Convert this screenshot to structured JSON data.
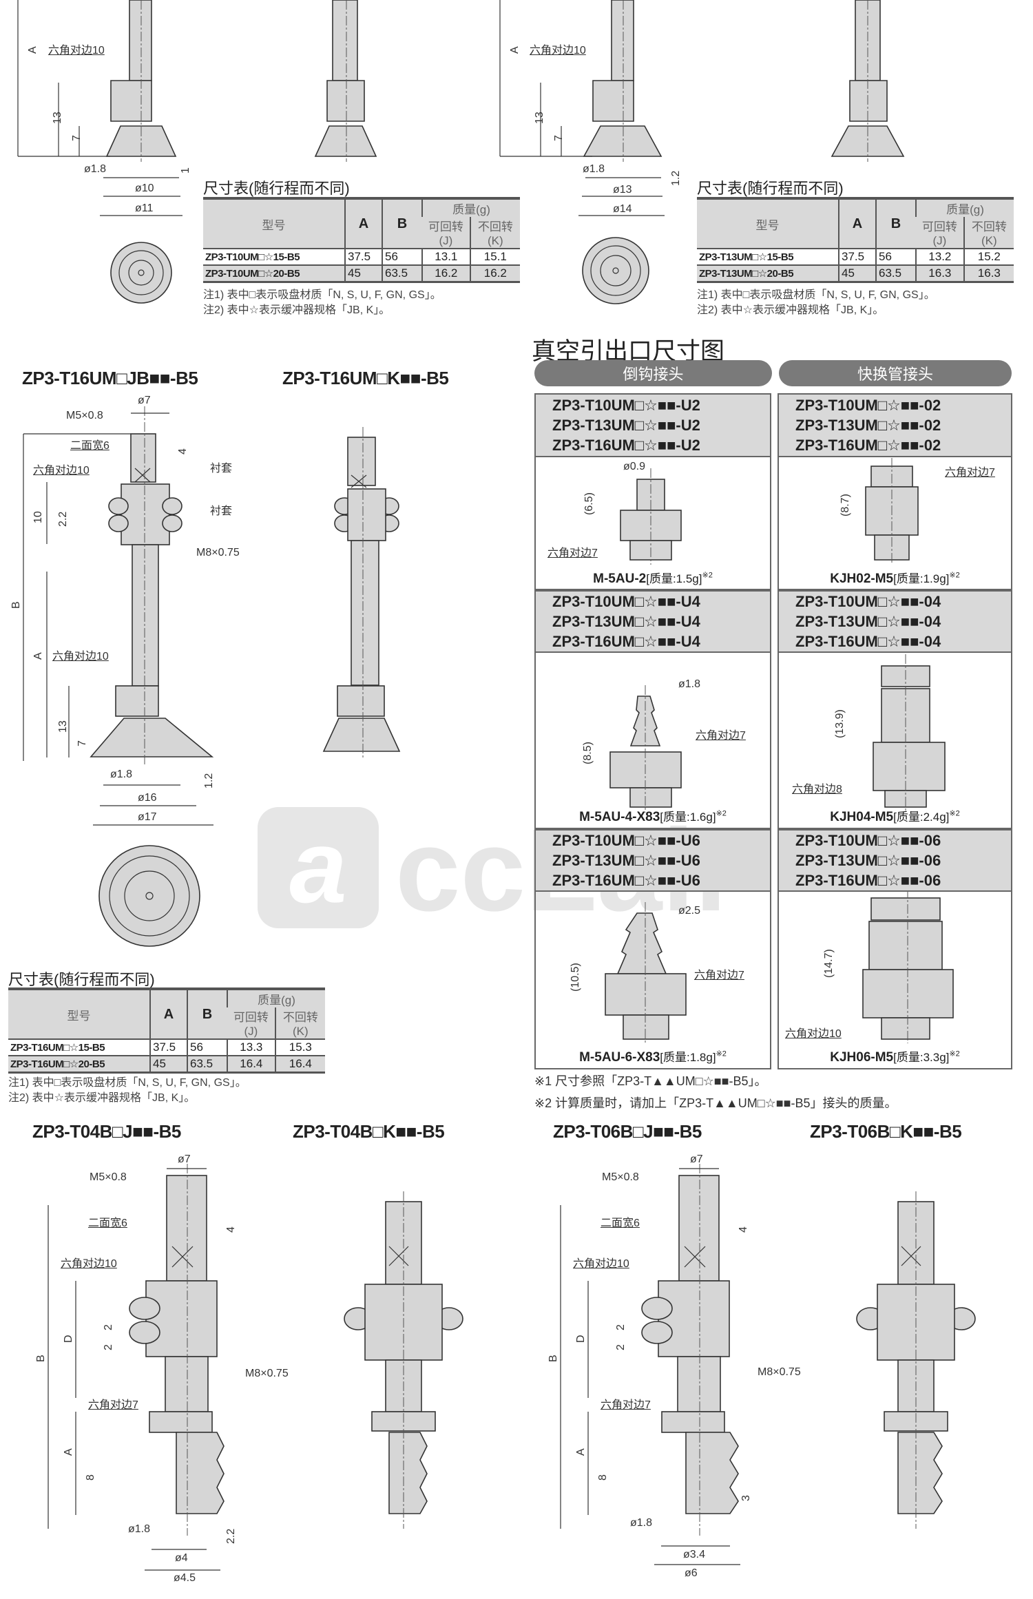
{
  "top_left": {
    "labels": [
      "A",
      "六角对边10",
      "13",
      "7",
      "ø1.8",
      "ø10",
      "ø11",
      "1"
    ],
    "table": {
      "title": "尺寸表(随行程而不同)",
      "headers": {
        "model": "型号",
        "a": "A",
        "b": "B",
        "mass": "质量(g)",
        "j": "可回转(J)",
        "k": "不回转(K)"
      },
      "rows": [
        {
          "model": "ZP3-T10UM□☆15-B5",
          "a": "37.5",
          "b": "56",
          "j": "13.1",
          "k": "15.1"
        },
        {
          "model": "ZP3-T10UM□☆20-B5",
          "a": "45",
          "b": "63.5",
          "j": "16.2",
          "k": "16.2"
        }
      ],
      "notes": [
        "注1) 表中□表示吸盘材质「N, S, U, F, GN, GS」。",
        "注2) 表中☆表示缓冲器规格「JB, K」。"
      ]
    }
  },
  "top_right": {
    "labels": [
      "A",
      "六角对边10",
      "13",
      "7",
      "ø1.8",
      "ø13",
      "ø14",
      "1.2"
    ],
    "table": {
      "title": "尺寸表(随行程而不同)",
      "headers": {
        "model": "型号",
        "a": "A",
        "b": "B",
        "mass": "质量(g)",
        "j": "可回转(J)",
        "k": "不回转(K)"
      },
      "rows": [
        {
          "model": "ZP3-T13UM□☆15-B5",
          "a": "37.5",
          "b": "56",
          "j": "13.2",
          "k": "15.2"
        },
        {
          "model": "ZP3-T13UM□☆20-B5",
          "a": "45",
          "b": "63.5",
          "j": "16.3",
          "k": "16.3"
        }
      ],
      "notes": [
        "注1) 表中□表示吸盘材质「N, S, U, F, GN, GS」。",
        "注2) 表中☆表示缓冲器规格「JB, K」。"
      ]
    }
  },
  "mid_left": {
    "title_jb": "ZP3-T16UM□JB■■-B5",
    "title_k": "ZP3-T16UM□K■■-B5",
    "labels": [
      "ø7",
      "M5×0.8",
      "二面宽6",
      "4",
      "六角对边10",
      "衬套",
      "衬套",
      "10",
      "2.2",
      "M8×0.75",
      "B",
      "A",
      "六角对边10",
      "13",
      "7",
      "ø1.8",
      "1.2",
      "ø16",
      "ø17"
    ],
    "table": {
      "title": "尺寸表(随行程而不同)",
      "headers": {
        "model": "型号",
        "a": "A",
        "b": "B",
        "mass": "质量(g)",
        "j": "可回转(J)",
        "k": "不回转(K)"
      },
      "rows": [
        {
          "model": "ZP3-T16UM□☆15-B5",
          "a": "37.5",
          "b": "56",
          "j": "13.3",
          "k": "15.3"
        },
        {
          "model": "ZP3-T16UM□☆20-B5",
          "a": "45",
          "b": "63.5",
          "j": "16.4",
          "k": "16.4"
        }
      ],
      "notes": [
        "注1) 表中□表示吸盘材质「N, S, U, F, GN, GS」。",
        "注2) 表中☆表示缓冲器规格「JB, K」。"
      ]
    }
  },
  "vacuum": {
    "title": "真空引出口尺寸图",
    "tab_barb": "倒钩接头",
    "tab_quick": "快换管接头",
    "groups": [
      {
        "barb_models": [
          "ZP3-T10UM□☆■■-U2",
          "ZP3-T13UM□☆■■-U2",
          "ZP3-T16UM□☆■■-U2"
        ],
        "quick_models": [
          "ZP3-T10UM□☆■■-02",
          "ZP3-T13UM□☆■■-02",
          "ZP3-T16UM□☆■■-02"
        ],
        "barb_labels": [
          "ø0.9",
          "(6.5)",
          "六角对边7"
        ],
        "quick_labels": [
          "六角对边7",
          "(8.7)"
        ],
        "barb_part": "M-5AU-2",
        "barb_mass": "[质量:1.5g]",
        "quick_part": "KJH02-M5",
        "quick_mass": "[质量:1.9g]"
      },
      {
        "barb_models": [
          "ZP3-T10UM□☆■■-U4",
          "ZP3-T13UM□☆■■-U4",
          "ZP3-T16UM□☆■■-U4"
        ],
        "quick_models": [
          "ZP3-T10UM□☆■■-04",
          "ZP3-T13UM□☆■■-04",
          "ZP3-T16UM□☆■■-04"
        ],
        "barb_labels": [
          "ø1.8",
          "(8.5)",
          "六角对边7"
        ],
        "quick_labels": [
          "(13.9)",
          "六角对边8"
        ],
        "barb_part": "M-5AU-4-X83",
        "barb_mass": "[质量:1.6g]",
        "quick_part": "KJH04-M5",
        "quick_mass": "[质量:2.4g]"
      },
      {
        "barb_models": [
          "ZP3-T10UM□☆■■-U6",
          "ZP3-T13UM□☆■■-U6",
          "ZP3-T16UM□☆■■-U6"
        ],
        "quick_models": [
          "ZP3-T10UM□☆■■-06",
          "ZP3-T13UM□☆■■-06",
          "ZP3-T16UM□☆■■-06"
        ],
        "barb_labels": [
          "ø2.5",
          "(10.5)",
          "六角对边7"
        ],
        "quick_labels": [
          "(14.7)",
          "六角对边10"
        ],
        "barb_part": "M-5AU-6-X83",
        "barb_mass": "[质量:1.8g]",
        "quick_part": "KJH06-M5",
        "quick_mass": "[质量:3.3g]"
      }
    ],
    "note_mark": "※2",
    "footnotes": [
      "※1 尺寸参照「ZP3-T▲▲UM□☆■■-B5」。",
      "※2 计算质量时，请加上「ZP3-T▲▲UM□☆■■-B5」接头的质量。"
    ]
  },
  "bottom": {
    "titles": [
      "ZP3-T04B□J■■-B5",
      "ZP3-T04B□K■■-B5",
      "ZP3-T06B□J■■-B5",
      "ZP3-T06B□K■■-B5"
    ],
    "t04_labels": [
      "ø7",
      "M5×0.8",
      "二面宽6",
      "4",
      "六角对边10",
      "D",
      "2",
      "2",
      "B",
      "M8×0.75",
      "六角对边7",
      "A",
      "8",
      "ø1.8",
      "2.2",
      "ø4",
      "ø4.5"
    ],
    "t06_labels": [
      "ø7",
      "M5×0.8",
      "二面宽6",
      "4",
      "六角对边10",
      "D",
      "2",
      "2",
      "B",
      "M8×0.75",
      "六角对边7",
      "A",
      "8",
      "3",
      "ø1.8",
      "ø3.4",
      "ø6"
    ]
  },
  "watermark": "ccLair"
}
